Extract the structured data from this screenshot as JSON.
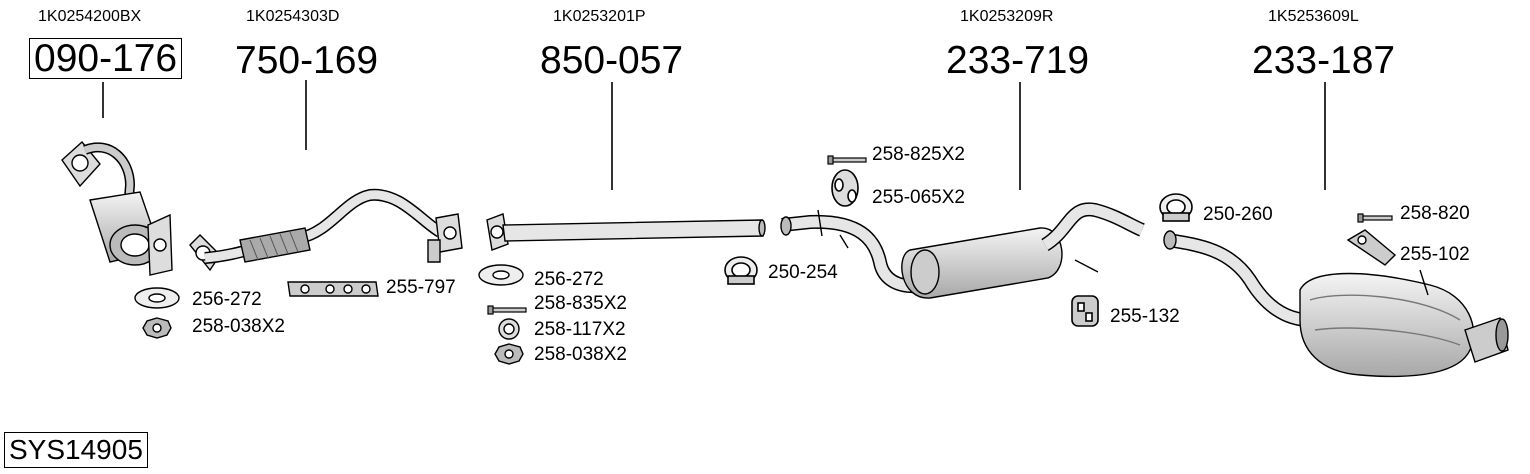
{
  "system_code": "SYS14905",
  "assemblies": [
    {
      "oem": "1K0254200BX",
      "part": "090-176"
    },
    {
      "oem": "1K0254303D",
      "part": "750-169"
    },
    {
      "oem": "1K0253201P",
      "part": "850-057"
    },
    {
      "oem": "1K0253209R",
      "part": "233-719"
    },
    {
      "oem": "1K5253609L",
      "part": "233-187"
    }
  ],
  "accessories": {
    "gasket_1": "256-272",
    "nut_1": "258-038X2",
    "gasket_2": "255-797",
    "gasket_3": "256-272",
    "bolt_1": "258-835X2",
    "ring_1": "258-117X2",
    "nut_2": "258-038X2",
    "clamp_1": "250-254",
    "bolt_2": "258-825X2",
    "hanger_1": "255-065X2",
    "hanger_2": "255-132",
    "clamp_2": "250-260",
    "bolt_3": "258-820",
    "hanger_3": "255-102"
  },
  "colors": {
    "line": "#000000",
    "part_fill": "#e6e6e6",
    "part_shade": "#9a9a9a"
  }
}
